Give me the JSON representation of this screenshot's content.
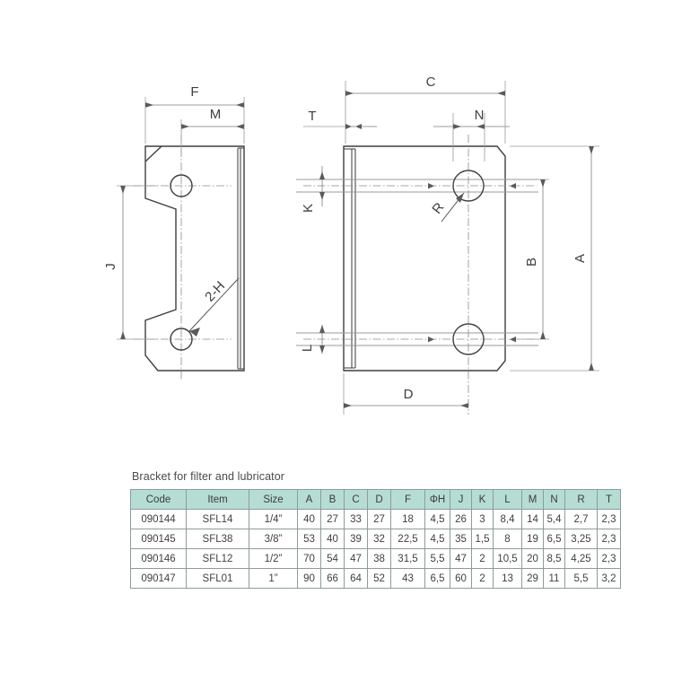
{
  "drawing": {
    "title": "bracket-technical-drawing",
    "views": [
      {
        "name": "side-view",
        "label": ""
      },
      {
        "name": "front-view",
        "label": ""
      }
    ],
    "dimension_labels": {
      "F": "F",
      "M": "M",
      "J": "J",
      "hole_note": "2-H",
      "T": "T",
      "K": "K",
      "L": "L",
      "C": "C",
      "N": "N",
      "R": "R",
      "B": "B",
      "A": "A",
      "D": "D"
    }
  },
  "table": {
    "caption": "Bracket for filter and lubricator",
    "header_background": "#b6ddd4",
    "columns": [
      "Code",
      "Item",
      "Size",
      "A",
      "B",
      "C",
      "D",
      "F",
      "ΦH",
      "J",
      "K",
      "L",
      "M",
      "N",
      "R",
      "T"
    ],
    "rows": [
      {
        "Code": "090144",
        "Item": "SFL14",
        "Size": "1/4”",
        "A": "40",
        "B": "27",
        "C": "33",
        "D": "27",
        "F": "18",
        "H": "4,5",
        "J": "26",
        "K": "3",
        "L": "8,4",
        "M": "14",
        "N": "5,4",
        "R": "2,7",
        "T": "2,3"
      },
      {
        "Code": "090145",
        "Item": "SFL38",
        "Size": "3/8”",
        "A": "53",
        "B": "40",
        "C": "39",
        "D": "32",
        "F": "22,5",
        "H": "4,5",
        "J": "35",
        "K": "1,5",
        "L": "8",
        "M": "19",
        "N": "6,5",
        "R": "3,25",
        "T": "2,3"
      },
      {
        "Code": "090146",
        "Item": "SFL12",
        "Size": "1/2”",
        "A": "70",
        "B": "54",
        "C": "47",
        "D": "38",
        "F": "31,5",
        "H": "5,5",
        "J": "47",
        "K": "2",
        "L": "10,5",
        "M": "20",
        "N": "8,5",
        "R": "4,25",
        "T": "2,3"
      },
      {
        "Code": "090147",
        "Item": "SFL01",
        "Size": "1”",
        "A": "90",
        "B": "66",
        "C": "64",
        "D": "52",
        "F": "43",
        "H": "6,5",
        "J": "60",
        "K": "2",
        "L": "13",
        "M": "29",
        "N": "11",
        "R": "5,5",
        "T": "3,2"
      }
    ]
  }
}
